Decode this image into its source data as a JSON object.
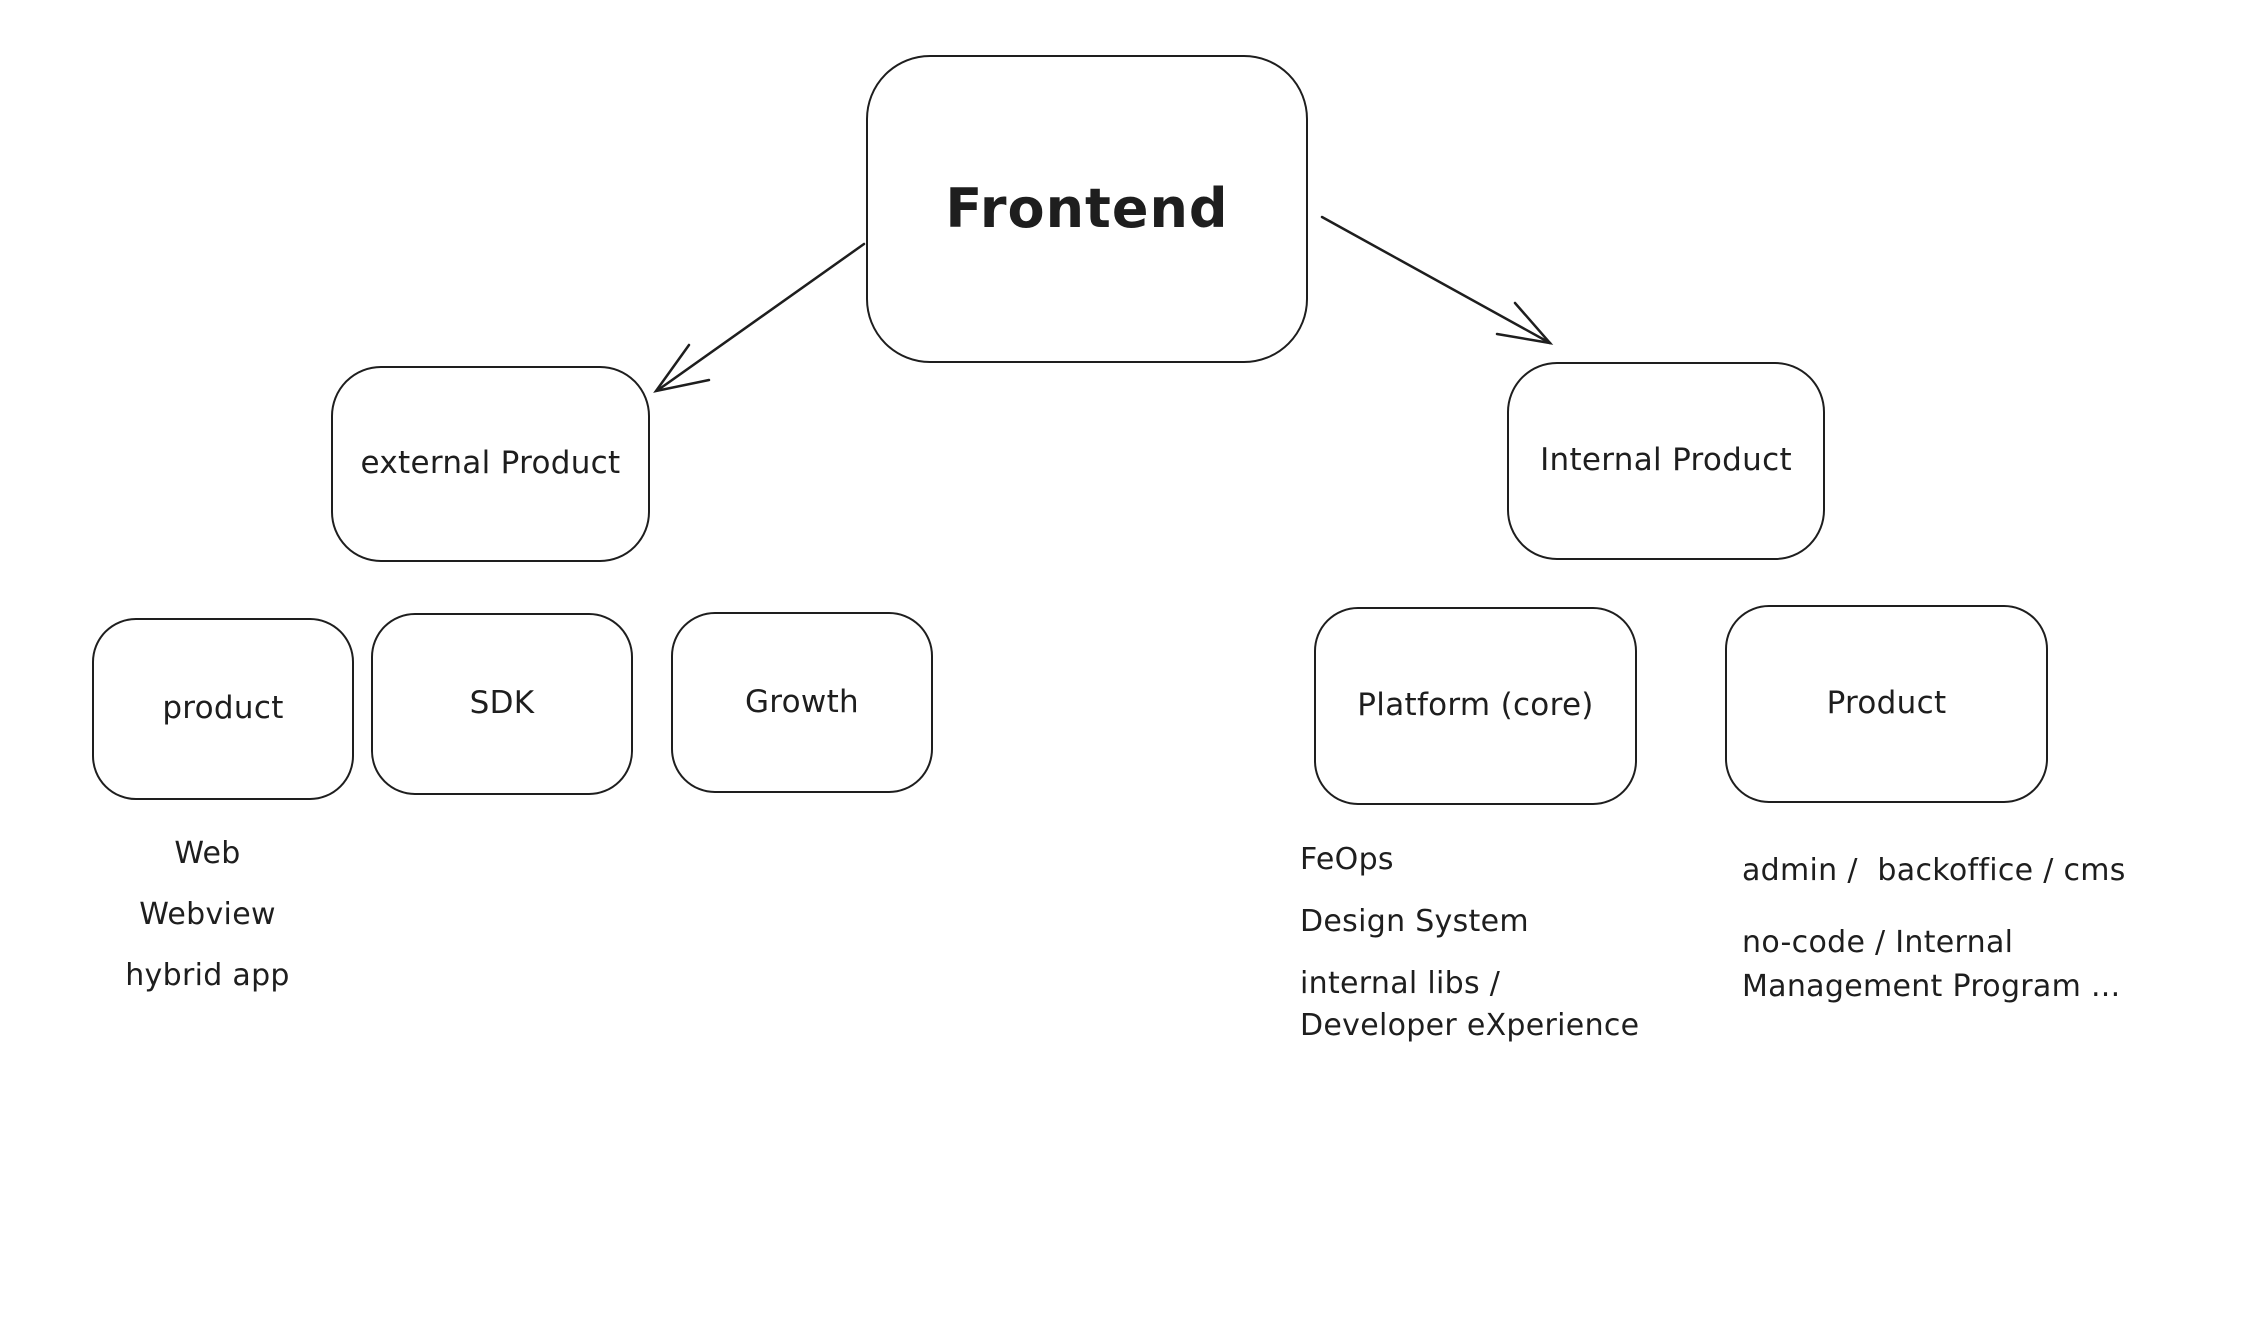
{
  "diagram": {
    "type": "tree",
    "colors": {
      "stroke": "#1e1e1e",
      "background": "#ffffff"
    },
    "nodes": {
      "frontend": {
        "label": "Frontend"
      },
      "external": {
        "label": "external Product"
      },
      "product_ext": {
        "label": "product"
      },
      "sdk": {
        "label": "SDK"
      },
      "growth": {
        "label": "Growth"
      },
      "internal": {
        "label": "Internal Product"
      },
      "platform": {
        "label": "Platform (core)"
      },
      "product_int": {
        "label": "Product"
      }
    },
    "edges": [
      {
        "from": "frontend",
        "to": "external"
      },
      {
        "from": "frontend",
        "to": "internal"
      }
    ],
    "notes": {
      "product_ext": [
        "Web",
        "Webview",
        "hybrid app"
      ],
      "platform": [
        "FeOps",
        "Design System",
        "internal libs /\nDeveloper eXperience"
      ],
      "product_int": [
        "admin /  backoffice / cms",
        "no-code / Internal\nManagement Program ..."
      ]
    }
  }
}
